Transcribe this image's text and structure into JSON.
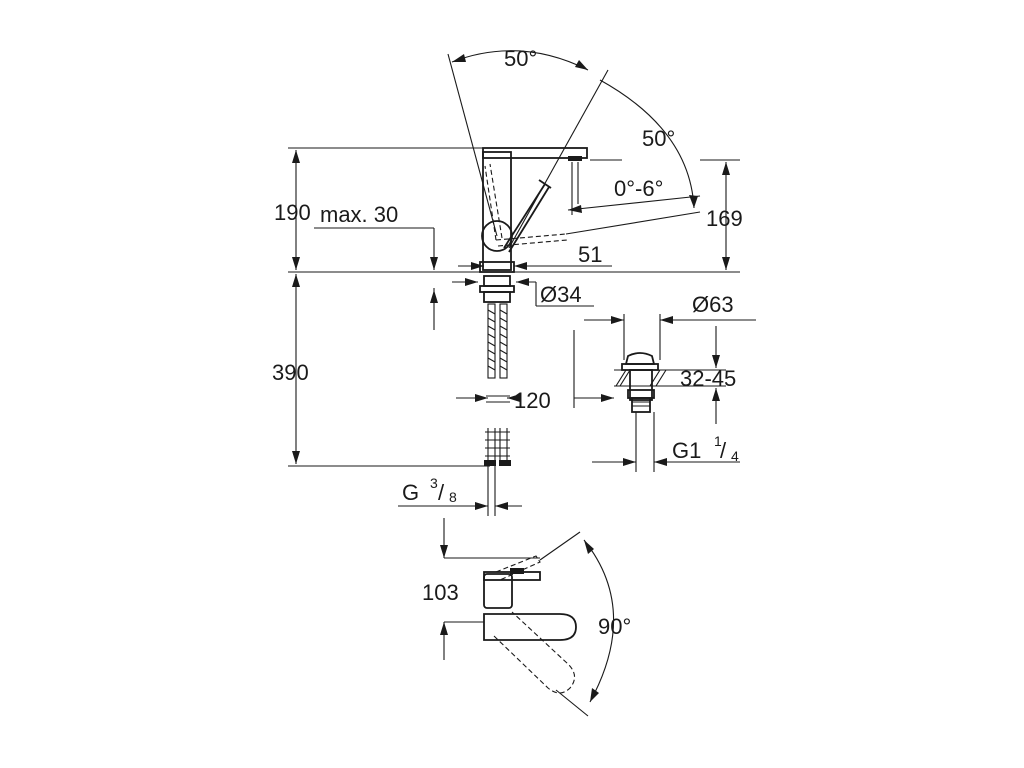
{
  "dimensions": {
    "angle_top": "50°",
    "angle_side": "50°",
    "tilt_range": "0°-6°",
    "height_190": "190",
    "max_30": "max. 30",
    "height_169": "169",
    "reach_51": "51",
    "diameter_34": "Ø34",
    "diameter_63": "Ø63",
    "thickness_range": "32-45",
    "depth_390": "390",
    "hose_120": "120",
    "thread_g1": "G1",
    "thread_g1_num": "1",
    "thread_g1_den": "4",
    "thread_g38": "G",
    "thread_g38_num": "3",
    "thread_g38_den": "8",
    "spout_103": "103",
    "swivel_90": "90°"
  }
}
